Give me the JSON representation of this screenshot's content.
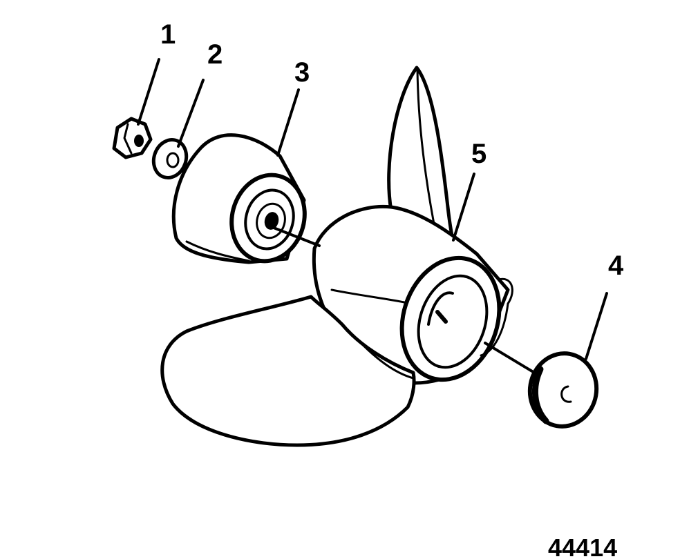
{
  "diagram": {
    "callouts": [
      {
        "id": "1",
        "label": "1"
      },
      {
        "id": "2",
        "label": "2"
      },
      {
        "id": "3",
        "label": "3"
      },
      {
        "id": "4",
        "label": "4"
      },
      {
        "id": "5",
        "label": "5"
      }
    ],
    "figure_number": "44414",
    "colors": {
      "ink": "#000000",
      "paper": "#ffffff"
    }
  }
}
